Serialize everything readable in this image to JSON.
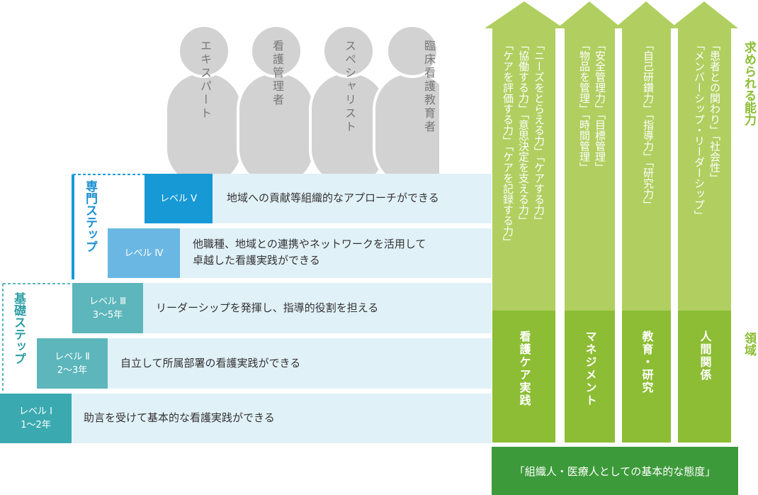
{
  "roles": [
    "エキスパート",
    "看護管理者",
    "スペシャリスト",
    "臨床看護教育者"
  ],
  "steps": {
    "specialist": "専門ステップ",
    "basic": "基礎ステップ"
  },
  "levels": [
    {
      "label": "レベル Ⅴ",
      "years": "",
      "description_lines": [
        "地域への貢献等組織的なアプローチができる"
      ]
    },
    {
      "label": "レベル Ⅳ",
      "years": "",
      "description_lines": [
        "他職種、地域との連携やネットワークを活用して",
        "卓越した看護実践ができる"
      ]
    },
    {
      "label": "レベル Ⅲ",
      "years": "3～5年",
      "description_lines": [
        "リーダーシップを発揮し、指導的役割を担える"
      ]
    },
    {
      "label": "レベル Ⅱ",
      "years": "2～3年",
      "description_lines": [
        "自立して所属部署の看護実践ができる"
      ]
    },
    {
      "label": "レベル Ⅰ",
      "years": "1～2年",
      "description_lines": [
        "助言を受けて基本的な看護実践ができる"
      ]
    }
  ],
  "domains": [
    {
      "name": "看護ケア実践",
      "abilities": [
        "「ニーズをとらえる力」「ケアする力」",
        "「協働する力」「意思決定を支える力」",
        "「ケアを評価する力」「ケアを記録する力」"
      ]
    },
    {
      "name": "マネジメント",
      "abilities": [
        "「安全管理力」「目標管理」",
        "「物品を管理」「時間管理」"
      ]
    },
    {
      "name": "教育・研究",
      "abilities": [
        "「自己研鑽力」「指導力」「研究力」"
      ]
    },
    {
      "name": "人間関係",
      "abilities": [
        "「患者との関わり」「社会性」",
        "「メンバーシップ・リーダーシップ」"
      ]
    }
  ],
  "side_labels": {
    "abilities": "求められる能力",
    "domains": "領域"
  },
  "foundation": "「組織人・医療人としての基本的な態度」",
  "colors": {
    "level5": "#1799d6",
    "level4": "#6bb7e3",
    "basic_levels": "#5cb6bb",
    "row_bg": "#e1f1f8",
    "arrow_light": "#b0cf60",
    "domain_green": "#8cbd34",
    "foundation_green": "#3d9a3a",
    "side_label": "#8cbd34",
    "person_gray": "#d2d2d2"
  }
}
